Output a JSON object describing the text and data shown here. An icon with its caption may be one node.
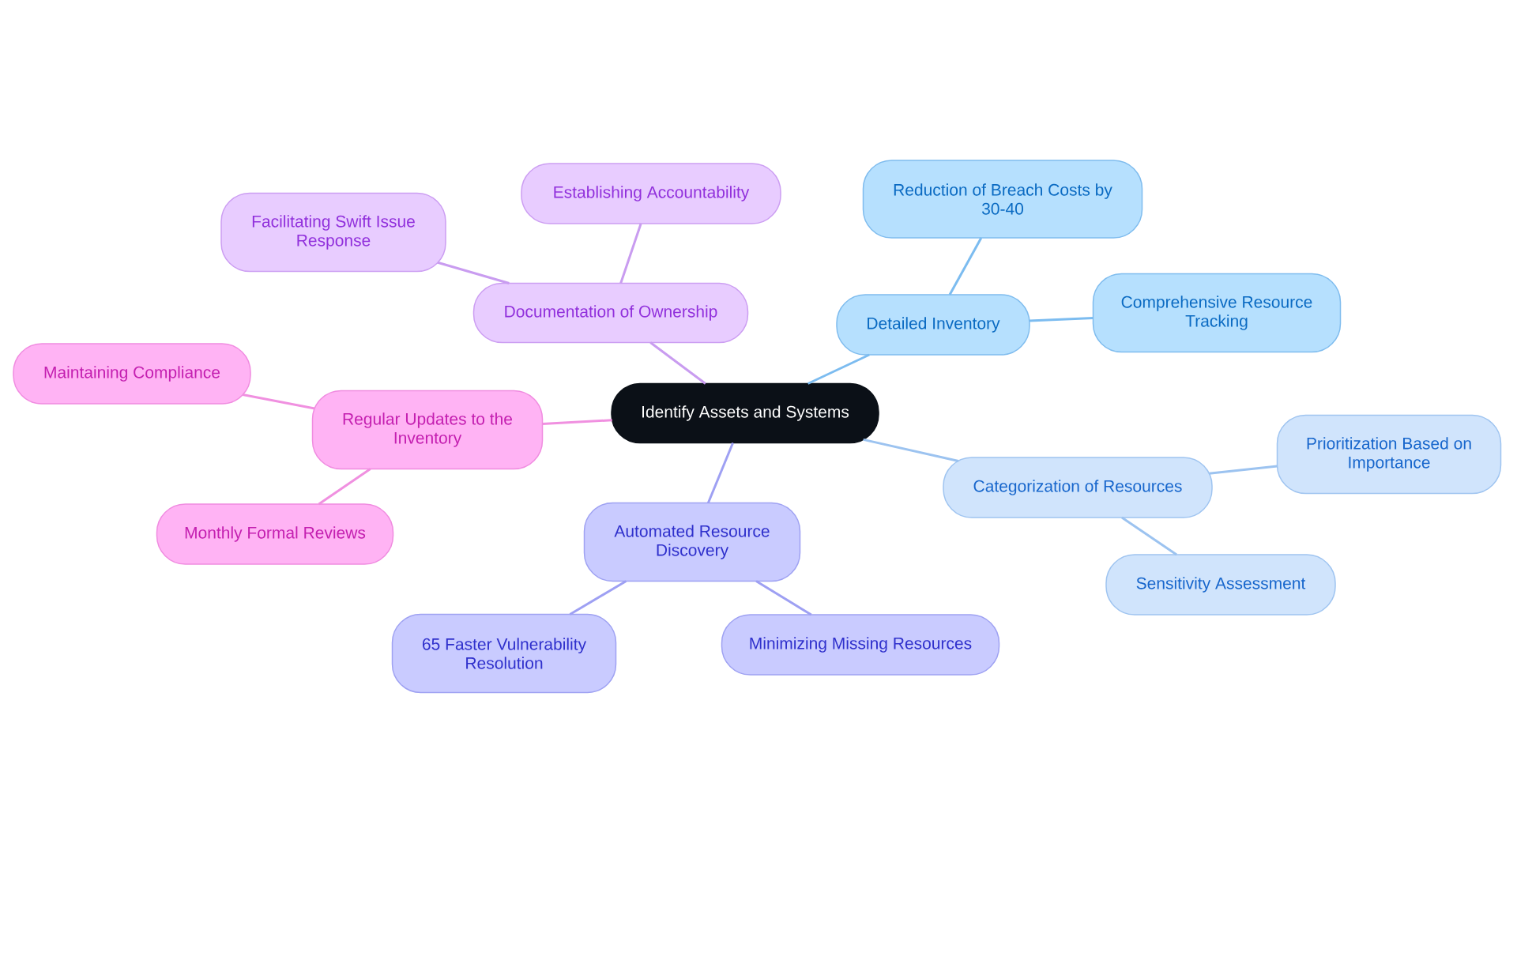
{
  "diagram": {
    "nodes": [
      {
        "text": [
          "Identify Assets and Systems"
        ]
      },
      {
        "text": [
          "Documentation of Ownership"
        ]
      },
      {
        "text": [
          "Establishing Accountability"
        ]
      },
      {
        "text": [
          "Facilitating Swift Issue Response"
        ]
      },
      {
        "text": [
          "Detailed Inventory"
        ]
      },
      {
        "text": [
          "Reduction of Breach Costs by 30-40"
        ]
      },
      {
        "text": [
          "Comprehensive Resource Tracking"
        ]
      },
      {
        "text": [
          "Categorization of Resources"
        ]
      },
      {
        "text": [
          "Prioritization Based on Importance"
        ]
      },
      {
        "text": [
          "Sensitivity Assessment"
        ]
      },
      {
        "text": [
          "Automated Resource Discovery"
        ]
      },
      {
        "text": [
          "65 Faster Vulnerability Resolution"
        ]
      },
      {
        "text": [
          "Minimizing Missing Resources"
        ]
      },
      {
        "text": [
          "Regular Updates to the Inventory"
        ]
      },
      {
        "text": [
          "Maintaining Compliance"
        ]
      },
      {
        "text": [
          "Monthly Formal Reviews"
        ]
      }
    ],
    "edges": [
      {
        "from": 0,
        "to": 1,
        "arrow": "none",
        "color": "#c99cf0"
      },
      {
        "from": 1,
        "to": 2,
        "arrow": "none",
        "color": "#c99cf0"
      },
      {
        "from": 1,
        "to": 3,
        "arrow": "none",
        "color": "#c99cf0"
      },
      {
        "from": 0,
        "to": 4,
        "arrow": "none",
        "color": "#7cbcf0"
      },
      {
        "from": 4,
        "to": 5,
        "arrow": "none",
        "color": "#7cbcf0"
      },
      {
        "from": 4,
        "to": 6,
        "arrow": "none",
        "color": "#7cbcf0"
      },
      {
        "from": 0,
        "to": 7,
        "arrow": "none",
        "color": "#9cc3f0"
      },
      {
        "from": 7,
        "to": 8,
        "arrow": "none",
        "color": "#9cc3f0"
      },
      {
        "from": 7,
        "to": 9,
        "arrow": "none",
        "color": "#9cc3f0"
      },
      {
        "from": 0,
        "to": 10,
        "arrow": "none",
        "color": "#9ea0f3"
      },
      {
        "from": 10,
        "to": 11,
        "arrow": "none",
        "color": "#9ea0f3"
      },
      {
        "from": 10,
        "to": 12,
        "arrow": "none",
        "color": "#9ea0f3"
      },
      {
        "from": 0,
        "to": 13,
        "arrow": "none",
        "color": "#f090e0"
      },
      {
        "from": 13,
        "to": 14,
        "arrow": "none",
        "color": "#f090e0"
      },
      {
        "from": 13,
        "to": 15,
        "arrow": "none",
        "color": "#f090e0"
      }
    ]
  }
}
